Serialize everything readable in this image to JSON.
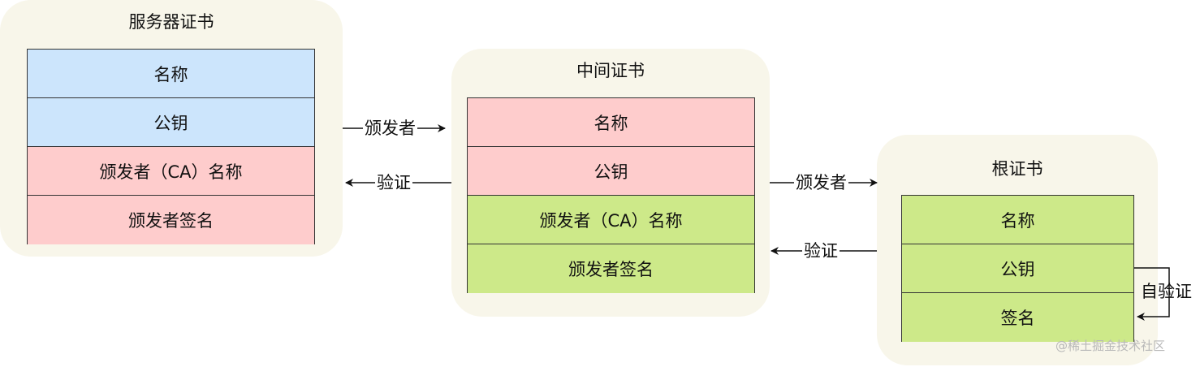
{
  "server_cert": {
    "title": "服务器证书",
    "fields": [
      "名称",
      "公钥",
      "颁发者（CA）名称",
      "颁发者签名"
    ]
  },
  "intermediate_cert": {
    "title": "中间证书",
    "fields": [
      "名称",
      "公钥",
      "颁发者（CA）名称",
      "颁发者签名"
    ]
  },
  "root_cert": {
    "title": "根证书",
    "fields": [
      "名称",
      "公钥",
      "签名"
    ]
  },
  "arrows": {
    "issuer": "颁发者",
    "verify": "验证",
    "self_verify": "自验证"
  },
  "colors": {
    "blue": "#cce5fc",
    "red": "#fecccc",
    "green": "#cde989",
    "group_bg": "#f8f6ea"
  },
  "watermark": "@稀土掘金技术社区"
}
